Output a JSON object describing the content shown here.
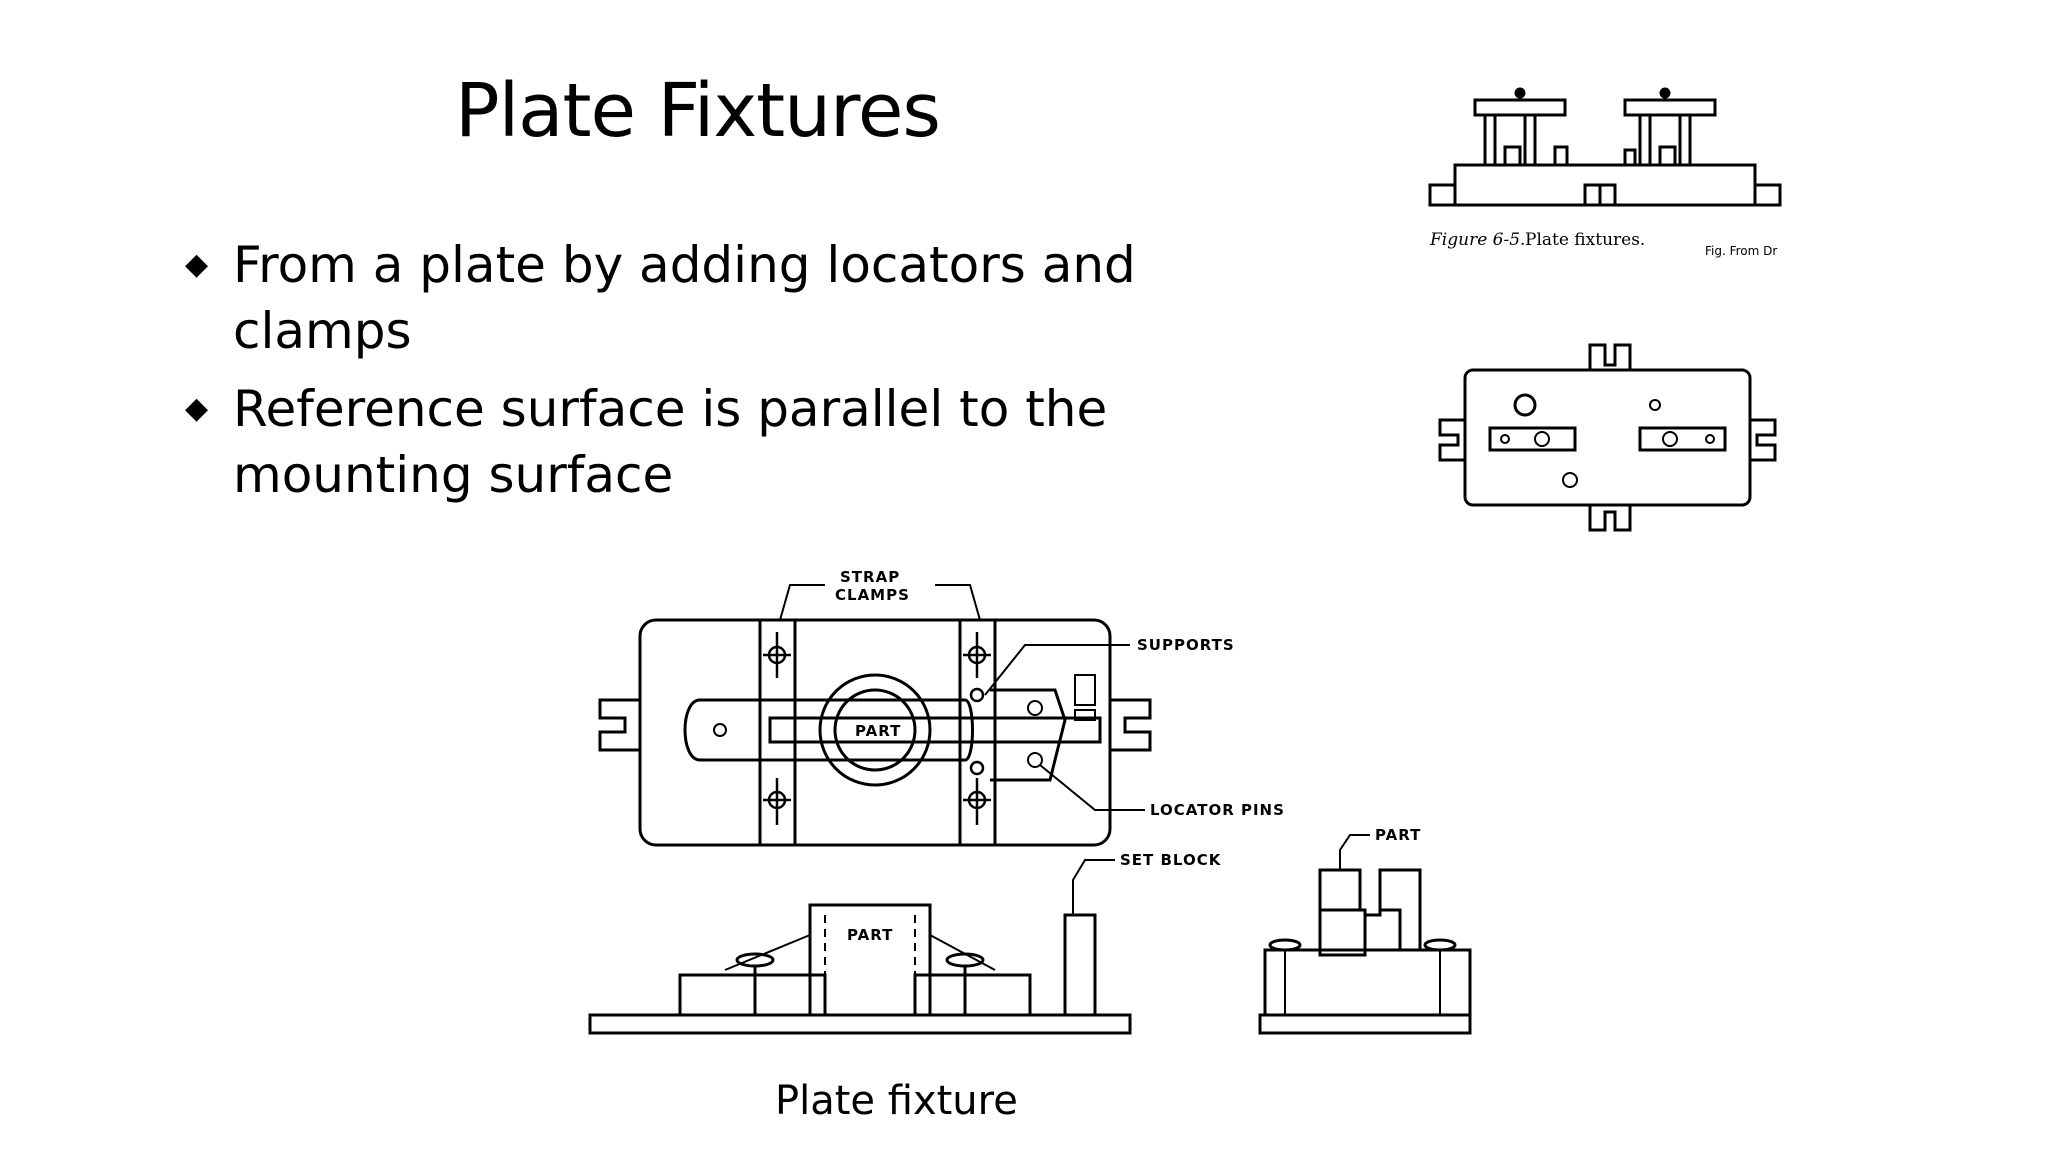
{
  "slide": {
    "title": "Plate Fixtures",
    "bullets": [
      {
        "text": "From a plate by adding locators and clamps"
      },
      {
        "text": "Reference surface is parallel to the mounting surface"
      }
    ]
  },
  "figure_top": {
    "caption_label": "Figure 6-5.",
    "caption_text": "Plate fixtures.",
    "source_note": "Fig. From Dr"
  },
  "figure_main": {
    "labels": {
      "strap_clamps_line1": "STRAP",
      "strap_clamps_line2": "CLAMPS",
      "supports": "SUPPORTS",
      "locator_pins": "LOCATOR PINS",
      "set_block": "SET BLOCK",
      "part_top": "PART",
      "part_front": "PART",
      "part_side": "PART"
    },
    "caption": "Plate fixture"
  }
}
